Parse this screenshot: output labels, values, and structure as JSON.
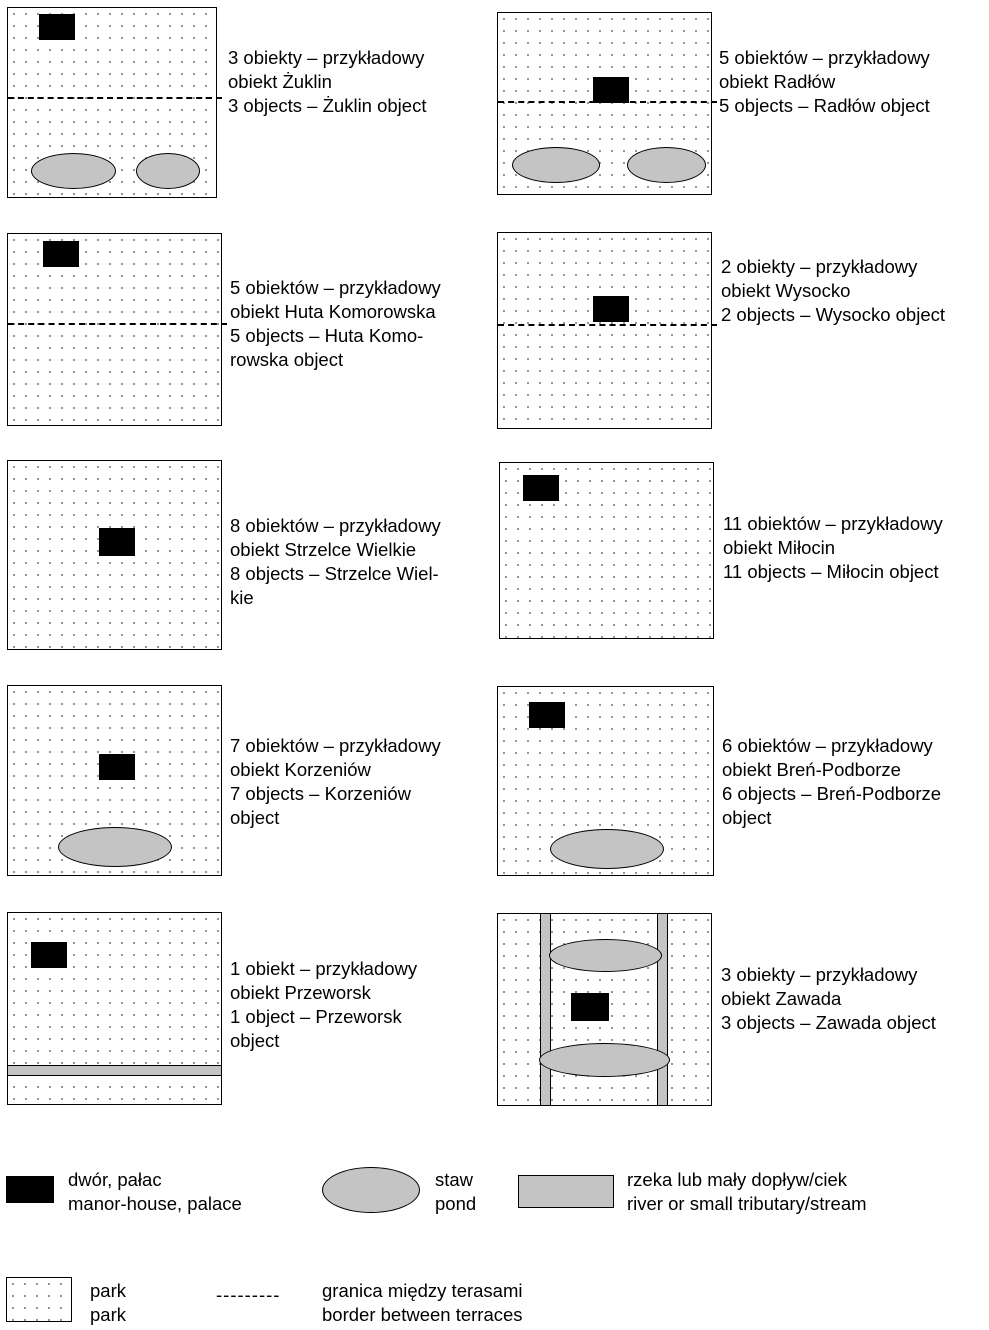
{
  "panels": [
    {
      "id": "zuklin",
      "lines": [
        "3 obiekty – przykładowy",
        "obiekt Żuklin",
        "3 objects – Żuklin object"
      ]
    },
    {
      "id": "radlow",
      "lines": [
        "5 obiektów – przykładowy",
        "obiekt Radłów",
        "5 objects – Radłów object"
      ]
    },
    {
      "id": "huta",
      "lines": [
        "5 obiektów – przykładowy",
        "obiekt Huta Komorowska",
        "5 objects – Huta Komo-",
        "rowska object"
      ]
    },
    {
      "id": "wysocko",
      "lines": [
        "2 obiekty – przykładowy",
        "obiekt Wysocko",
        "2 objects – Wysocko object"
      ]
    },
    {
      "id": "strzelce",
      "lines": [
        "8 obiektów – przykładowy",
        "obiekt Strzelce Wielkie",
        "8 objects – Strzelce Wiel-",
        "kie"
      ]
    },
    {
      "id": "milocin",
      "lines": [
        "11 obiektów – przykładowy",
        "obiekt Miłocin",
        "11 objects – Miłocin object"
      ]
    },
    {
      "id": "korzeniow",
      "lines": [
        "7 obiektów – przykładowy",
        "obiekt Korzeniów",
        "7 objects – Korzeniów",
        "object"
      ]
    },
    {
      "id": "bren",
      "lines": [
        "6 obiektów – przykładowy",
        "obiekt Breń-Podborze",
        "6 objects – Breń-Podborze",
        "object"
      ]
    },
    {
      "id": "przeworsk",
      "lines": [
        "1 obiekt – przykładowy",
        "obiekt Przeworsk",
        "1 object – Przeworsk",
        "object"
      ]
    },
    {
      "id": "zawada",
      "lines": [
        "3 obiekty – przykładowy",
        "obiekt Zawada",
        "3 objects – Zawada object"
      ]
    }
  ],
  "legend": {
    "manor": [
      "dwór, pałac",
      "manor-house, palace"
    ],
    "pond": [
      "staw",
      "pond"
    ],
    "river": [
      "rzeka lub mały dopływ/ciek",
      "river or small tributary/stream"
    ],
    "park": [
      "park",
      "park"
    ],
    "border": [
      "granica między terasami",
      "border between terraces"
    ],
    "border_symbol": "---------"
  },
  "colors": {
    "manor": "#000000",
    "water": "#c4c4c4",
    "park_dots": "#777777"
  }
}
